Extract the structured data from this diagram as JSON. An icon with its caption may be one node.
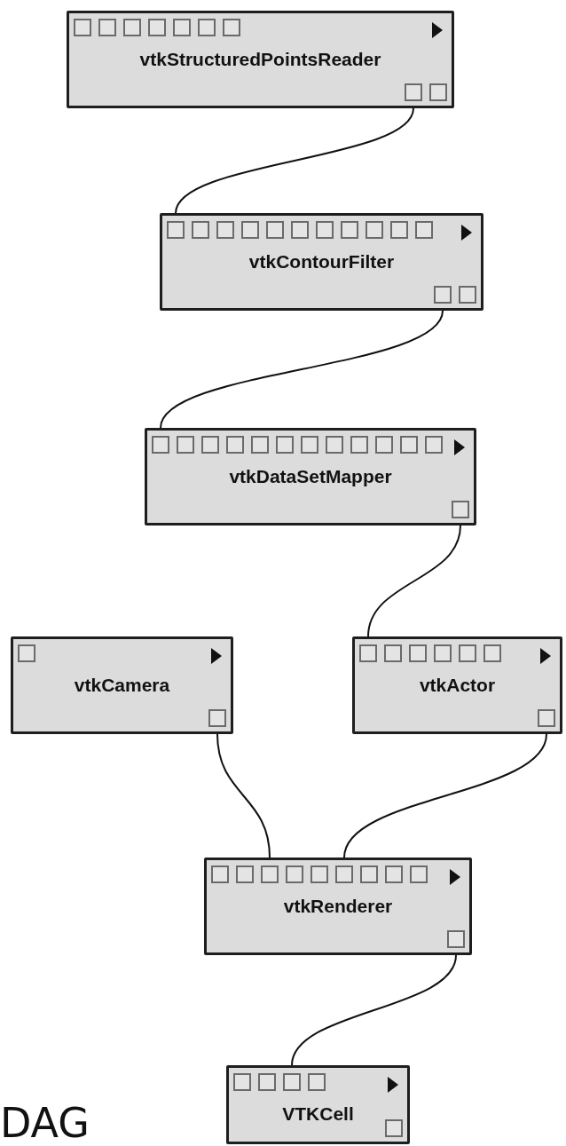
{
  "diagram": {
    "nodes": [
      {
        "text": [
          "vtkStructuredPointsReader"
        ]
      },
      {
        "text": [
          "vtkContourFilter"
        ]
      },
      {
        "text": [
          "vtkDataSetMapper"
        ]
      },
      {
        "text": [
          "vtkCamera"
        ]
      },
      {
        "text": [
          "vtkActor"
        ]
      },
      {
        "text": [
          "vtkRenderer"
        ]
      },
      {
        "text": [
          "VTKCell"
        ]
      }
    ],
    "edges": [
      {
        "from": 0,
        "to": 1,
        "arrow": "none"
      },
      {
        "from": 1,
        "to": 2,
        "arrow": "none"
      },
      {
        "from": 2,
        "to": 4,
        "arrow": "none"
      },
      {
        "from": 3,
        "to": 5,
        "arrow": "none"
      },
      {
        "from": 4,
        "to": 5,
        "arrow": "none"
      },
      {
        "from": 5,
        "to": 6,
        "arrow": "none"
      }
    ],
    "labels": [
      "DAG"
    ]
  }
}
